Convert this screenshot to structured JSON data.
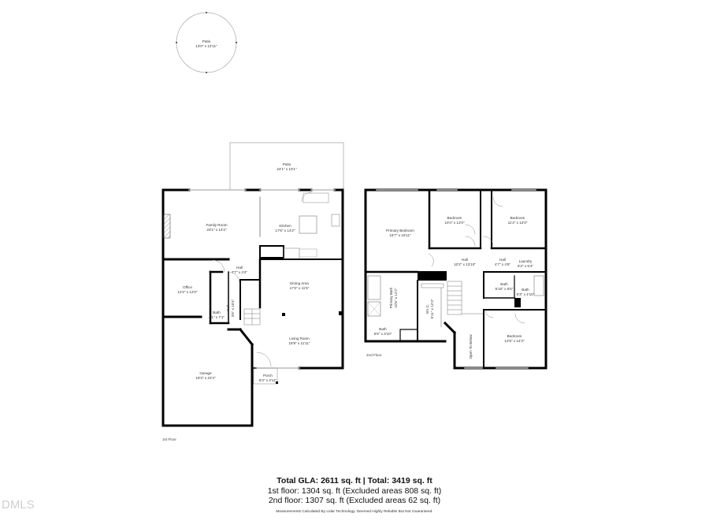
{
  "floor_plan": {
    "outdoor": {
      "round_patio": {
        "name": "Patio",
        "dimensions": "13'0\" x 12'11\""
      },
      "rear_patio": {
        "name": "Patio",
        "dimensions": "24'1\" x 10'1\""
      }
    },
    "first_floor": {
      "caption": "1st Floor",
      "rooms": [
        {
          "name": "Family Room",
          "dimensions": "20'1\" x 14'2\""
        },
        {
          "name": "Kitchen",
          "dimensions": "17'6\" x 14'2\""
        },
        {
          "name": "Office",
          "dimensions": "12'2\" x 12'0\""
        },
        {
          "name": "Hall",
          "dimensions": "7'7\" x 4'4\""
        },
        {
          "name": "Dining Area",
          "dimensions": "17'2\" x 11'5\""
        },
        {
          "name": "Bath",
          "dimensions": "4'1\" x 7'1\""
        },
        {
          "name": "Hall",
          "dimensions": "3'6\" x 10'4\""
        },
        {
          "name": "Living Room",
          "dimensions": "18'9\" x 11'11\""
        },
        {
          "name": "Garage",
          "dimensions": "18'3\" x 22'4\""
        },
        {
          "name": "Porch",
          "dimensions": "6'3\" x 3'11\""
        }
      ]
    },
    "second_floor": {
      "caption": "2nd Floor",
      "rooms": [
        {
          "name": "Primary Bedroom",
          "dimensions": "15'7\" x 16'11\""
        },
        {
          "name": "Bedroom",
          "dimensions": "10'4\" x 12'0\""
        },
        {
          "name": "Bedroom",
          "dimensions": "11'2\" x 12'0\""
        },
        {
          "name": "Hall",
          "dimensions": "10'2\" x 13'10\""
        },
        {
          "name": "Hall",
          "dimensions": "4'7\" x 4'9\""
        },
        {
          "name": "Laundry",
          "dimensions": "6'3\" x 5'4\""
        },
        {
          "name": "Primary Bath",
          "dimensions": "10'5\" x 12'2\""
        },
        {
          "name": "W.I.C.",
          "dimensions": "5'11\" x 12'4\""
        },
        {
          "name": "Bath",
          "dimensions": "5'10\" x 5'5\""
        },
        {
          "name": "Bath",
          "dimensions": "6'3\" x 4'10\""
        },
        {
          "name": "Bath",
          "dimensions": "6'6\" x 3'10\""
        },
        {
          "name": "Bedroom",
          "dimensions": "12'5\" x 14'3\""
        },
        {
          "name": "Open To Below",
          "dimensions": ""
        }
      ]
    }
  },
  "summary": {
    "total": "Total GLA: 2611 sq. ft | Total: 3419 sq. ft",
    "first_floor": "1st floor: 1304 sq. ft (Excluded areas 808 sq. ft)",
    "second_floor": "2nd floor: 1307 sq. ft (Excluded areas 62 sq. ft)",
    "disclaimer": "Measurements Calculated By Lidar Technology. Deemed Highly Reliable But Not Guaranteed."
  },
  "watermark": "DMLS"
}
